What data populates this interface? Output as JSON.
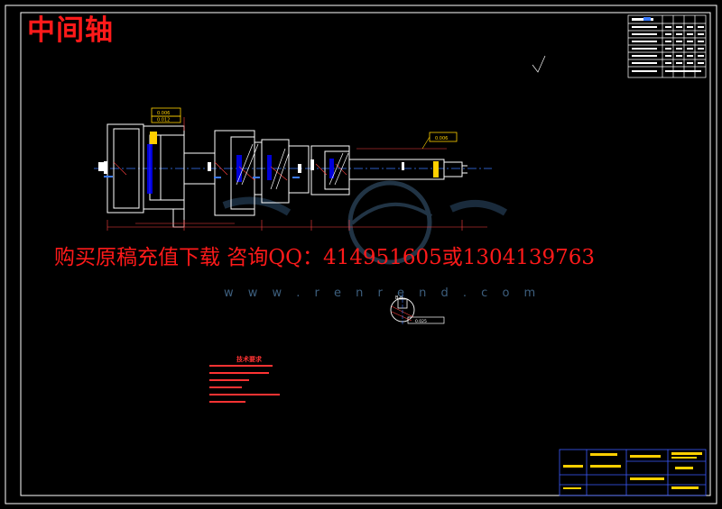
{
  "drawing": {
    "title": "中间轴",
    "promo_text": "购买原稿充值下载 咨询QQ：414951605或1304139763",
    "watermark_site": "w w w . r e n r e n d . c o m",
    "tolerance_labels": [
      "0.006",
      "0.012",
      "0.006"
    ],
    "section_label": "B-B",
    "section_tolerance": "0.025",
    "technical_requirements_title": "技术要求"
  },
  "colors": {
    "background": "#000000",
    "frame": "#ffffff",
    "part_outline": "#ffffff",
    "hidden_lines": "#ff4040",
    "dimensions": "#ff4040",
    "centerline": "#3b7bff",
    "gear_fill": "#0000ff",
    "tolerance_box": "#ffff00",
    "title_block": "#3b5bff",
    "title_text": "#ff1a1a",
    "watermark": "#3d5f7e"
  }
}
